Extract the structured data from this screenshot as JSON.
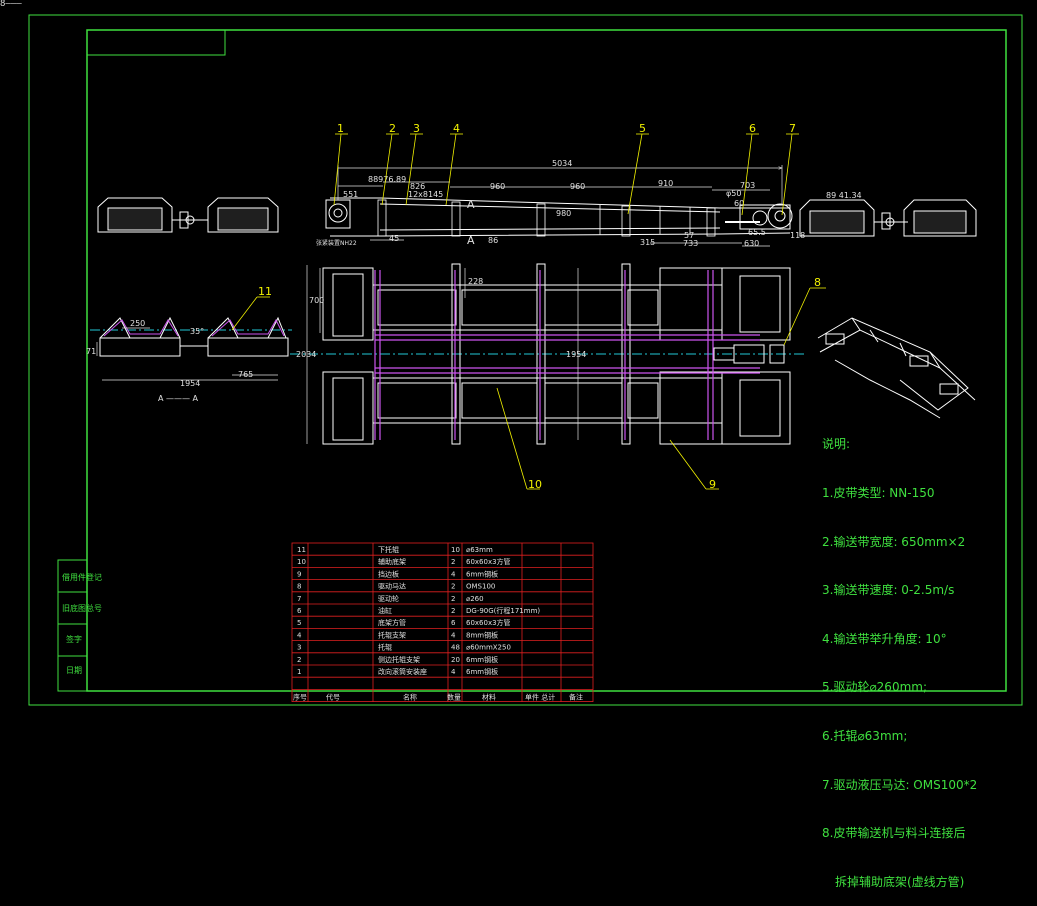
{
  "command_line": "8———",
  "callouts": [
    "1",
    "2",
    "3",
    "4",
    "5",
    "6",
    "7",
    "8",
    "9",
    "10",
    "11"
  ],
  "dimensions": {
    "overall_length": "5034",
    "d551": "551",
    "d88976": "88976.89",
    "d826": "826",
    "d12x8145": "12x8145",
    "d960a": "960",
    "d960b": "960",
    "d910": "910",
    "d850": "φ50",
    "d703": "703",
    "d60": "60",
    "d8941": "89 41.34",
    "d45": "45",
    "d86": "86",
    "d315": "315",
    "d733": "733",
    "d57": "57",
    "d630": "630",
    "d118": "118",
    "d650": "65.5",
    "d980": "980",
    "sec_a_top": "A",
    "sec_a_bot": "A",
    "tag_left": "张紧装置NH22",
    "d700": "700",
    "d2034": "2034",
    "d228": "228",
    "d1954_plan": "1954",
    "d250": "250",
    "d35": "35°",
    "d71": "71",
    "d765": "765",
    "d1954_sec": "1954",
    "section_label": "A ——— A"
  },
  "notes": {
    "heading": "说明:",
    "items": [
      "1.皮带类型: NN-150",
      "2.输送带宽度: 650mm×2",
      "3.输送带速度: 0-2.5m/s",
      "4.输送带举升角度: 10°",
      "5.驱动轮⌀260mm;",
      "6.托辊⌀63mm;",
      "7.驱动液压马达: OMS100*2",
      "8.皮带输送机与料斗连接后",
      "拆掉辅助底架(虚线方管)"
    ]
  },
  "bom": {
    "rows": [
      {
        "no": "11",
        "name": "下托辊",
        "qty": "10",
        "spec": "⌀63mm"
      },
      {
        "no": "10",
        "name": "辅助底架",
        "qty": "2",
        "spec": "60x60x3方管"
      },
      {
        "no": "9",
        "name": "挡边板",
        "qty": "4",
        "spec": "6mm钢板"
      },
      {
        "no": "8",
        "name": "驱动马达",
        "qty": "2",
        "spec": "OMS100"
      },
      {
        "no": "7",
        "name": "驱动轮",
        "qty": "2",
        "spec": "⌀260"
      },
      {
        "no": "6",
        "name": "油缸",
        "qty": "2",
        "spec": "DG-90G(行程171mm)"
      },
      {
        "no": "5",
        "name": "底架方管",
        "qty": "6",
        "spec": "60x60x3方管"
      },
      {
        "no": "4",
        "name": "托辊支架",
        "qty": "4",
        "spec": "8mm钢板"
      },
      {
        "no": "3",
        "name": "托辊",
        "qty": "48",
        "spec": "⌀60mmX250"
      },
      {
        "no": "2",
        "name": "侧边托辊支架",
        "qty": "20",
        "spec": "6mm钢板"
      },
      {
        "no": "1",
        "name": "改向滚筒安装座",
        "qty": "4",
        "spec": "6mm钢板"
      }
    ],
    "header": {
      "no": "序号",
      "code": "代号",
      "name": "名称",
      "qty": "数量",
      "material": "材料",
      "weight": "单件 总计",
      "note": "备注"
    }
  },
  "side_labels": [
    "借用件登记",
    "旧底图总号",
    "签字",
    "日期"
  ],
  "colors": {
    "background": "#000000",
    "frame": "#3fe03f",
    "geometry": "#ffffff",
    "dimension": "#e0e0e0",
    "centerline": "#22c7d6",
    "hidden_tube": "#cc55ee",
    "callout": "#f2f200",
    "bom_grid": "#e02020",
    "notes": "#3fe03f"
  }
}
